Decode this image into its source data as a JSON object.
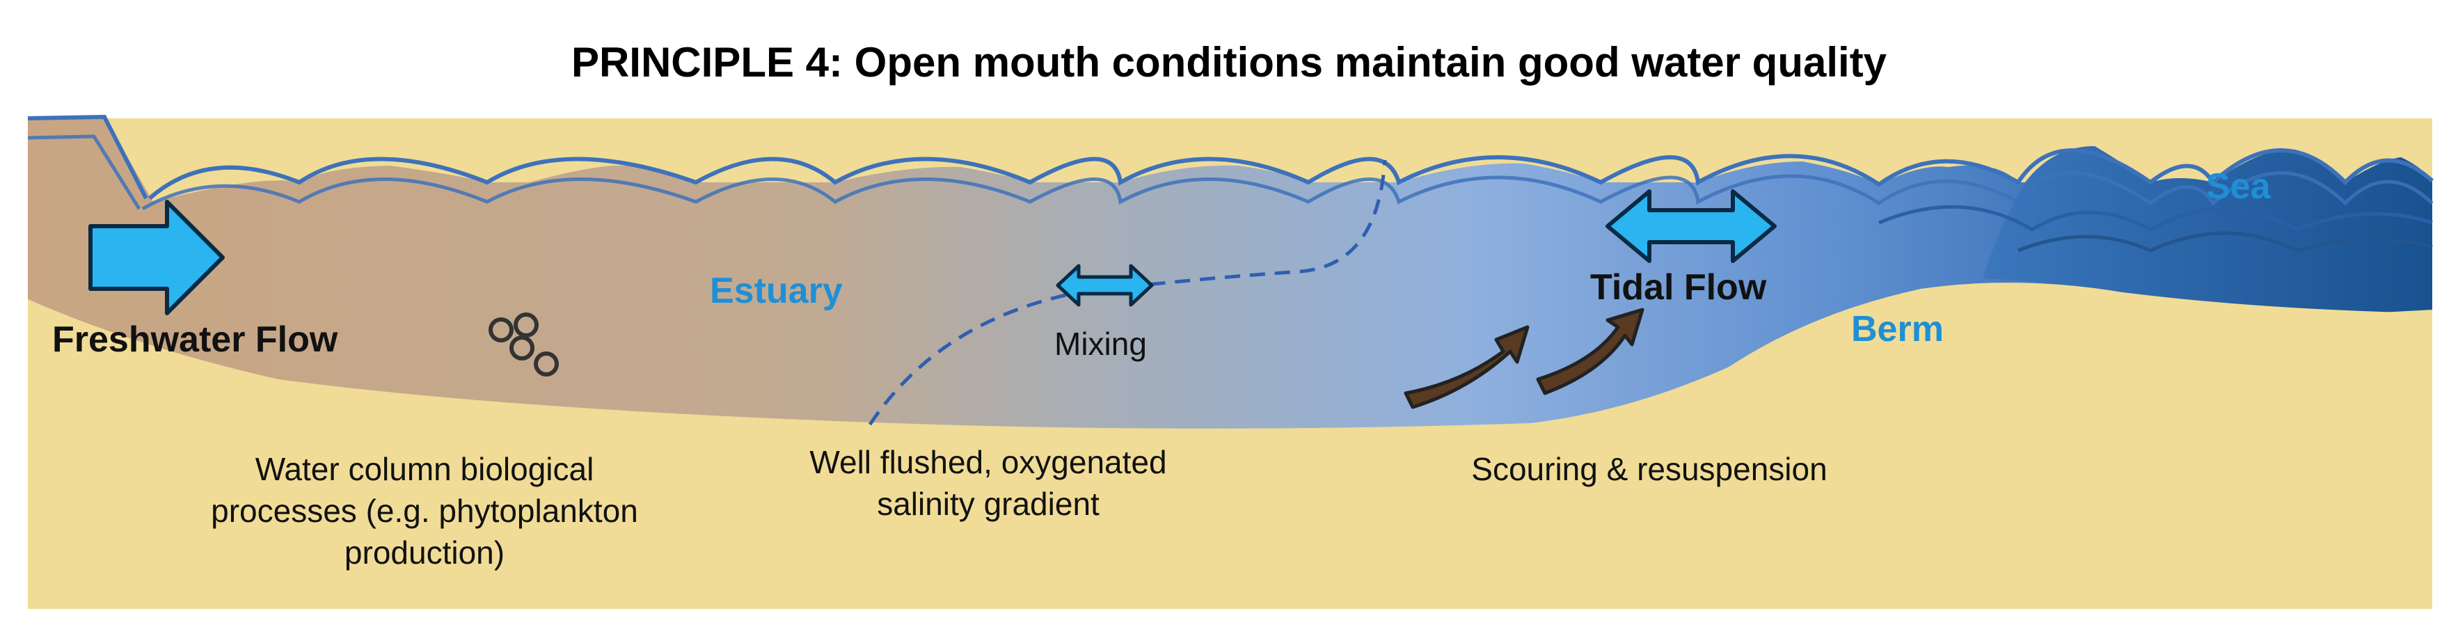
{
  "title": "PRINCIPLE 4: Open mouth conditions maintain good water quality",
  "labels": {
    "freshwater_flow": "Freshwater Flow",
    "estuary": "Estuary",
    "mixing": "Mixing",
    "tidal_flow": "Tidal Flow",
    "sea": "Sea",
    "berm": "Berm"
  },
  "processes": {
    "biological": [
      "Water column biological",
      "processes (e.g. phytoplankton",
      "production)"
    ],
    "flushed": [
      "Well flushed, oxygenated",
      "salinity gradient"
    ],
    "scouring": [
      "Scouring & resuspension"
    ]
  },
  "colors": {
    "sand": "#f0dc96",
    "water_brown": "#c9a582",
    "water_mid": "#a6aeb8",
    "water_blue": "#8fb0de",
    "sea_dark": "#1d5a98",
    "wave_line": "#3d72bb",
    "arrow_fill": "#2ab4f0",
    "label_blue": "#1f8fd6",
    "scour_brown": "#5a3a22"
  },
  "icons": [
    "flow-arrow-icon",
    "double-arrow-icon",
    "particles-icon",
    "scour-arrow-icon"
  ]
}
